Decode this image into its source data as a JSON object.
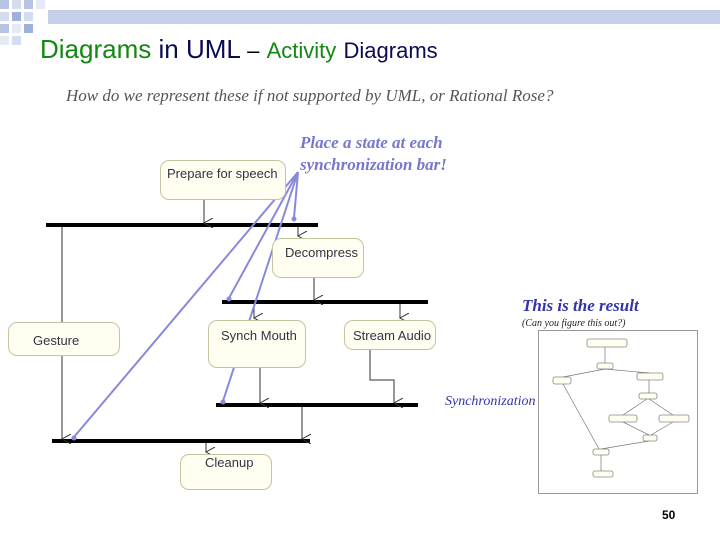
{
  "title": {
    "part1": "Diagrams",
    "part2": "in UML",
    "part3": "–",
    "part4": "Activity",
    "part5": "Diagrams"
  },
  "subtitle": "How do we represent these if not supported by UML, or Rational Rose?",
  "callout": {
    "line1": "Place a state at each",
    "line2": "synchronization bar!"
  },
  "states": {
    "prepare": "Prepare for speech",
    "decompress": "Decompress",
    "gesture": "Gesture",
    "synch_mouth": "Synch Mouth",
    "stream_audio": "Stream Audio",
    "cleanup": "Cleanup"
  },
  "result": {
    "title": "This is the result",
    "subtitle": "(Can you figure this out?)"
  },
  "sync_label": "Synchronization",
  "page_number": "50",
  "colors": {
    "title_green": "#118811",
    "title_navy": "#0a0a55",
    "callout": "#7777cc",
    "arrow": "#8888dd",
    "result": "#3333aa"
  }
}
